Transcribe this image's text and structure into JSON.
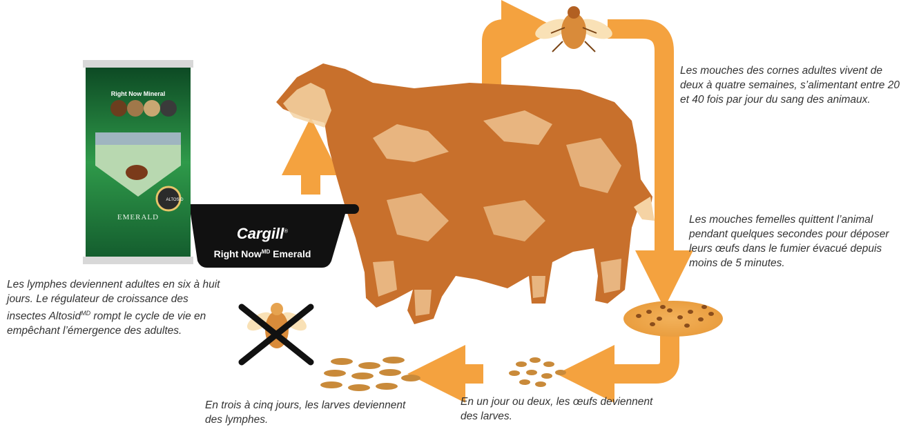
{
  "captions": {
    "adult_flies": "Les mouches des cornes adultes vivent de deux à quatre semaines, s’alimentant entre 20 et 40 fois par jour du sang des animaux.",
    "female_flies": "Les mouches femelles quittent l’animal pendant quelques secondes pour déposer leurs œufs dans le fumier évacué depuis moins de 5 minutes.",
    "lymphs_pre": "Les lymphes deviennent adultes en six à huit jours. Le régulateur de croissance des insectes Altosid",
    "lymphs_sup": "MD",
    "lymphs_post": " rompt le cycle de vie en empêchant l’émergence des adultes.",
    "larvae": "En trois à cinq jours, les larves deviennent des lymphes.",
    "eggs": "En un jour ou deux, les œufs deviennent des larves."
  },
  "feeder": {
    "brand": "Cargill",
    "brand_mark": "®",
    "product_pre": "Right Now",
    "product_sup": "MD",
    "product_post": " Emerald"
  },
  "bag": {
    "name": "Right Now Mineral",
    "product": "EMERALD",
    "badge": "ALTOSID"
  },
  "colors": {
    "arrow": "#f4a23f",
    "cow_body": "#c8702c",
    "cow_light": "#f5d3a4",
    "larva": "#c98a3a",
    "bag_green": "#1f7a3a",
    "feeder_black": "#111111"
  }
}
